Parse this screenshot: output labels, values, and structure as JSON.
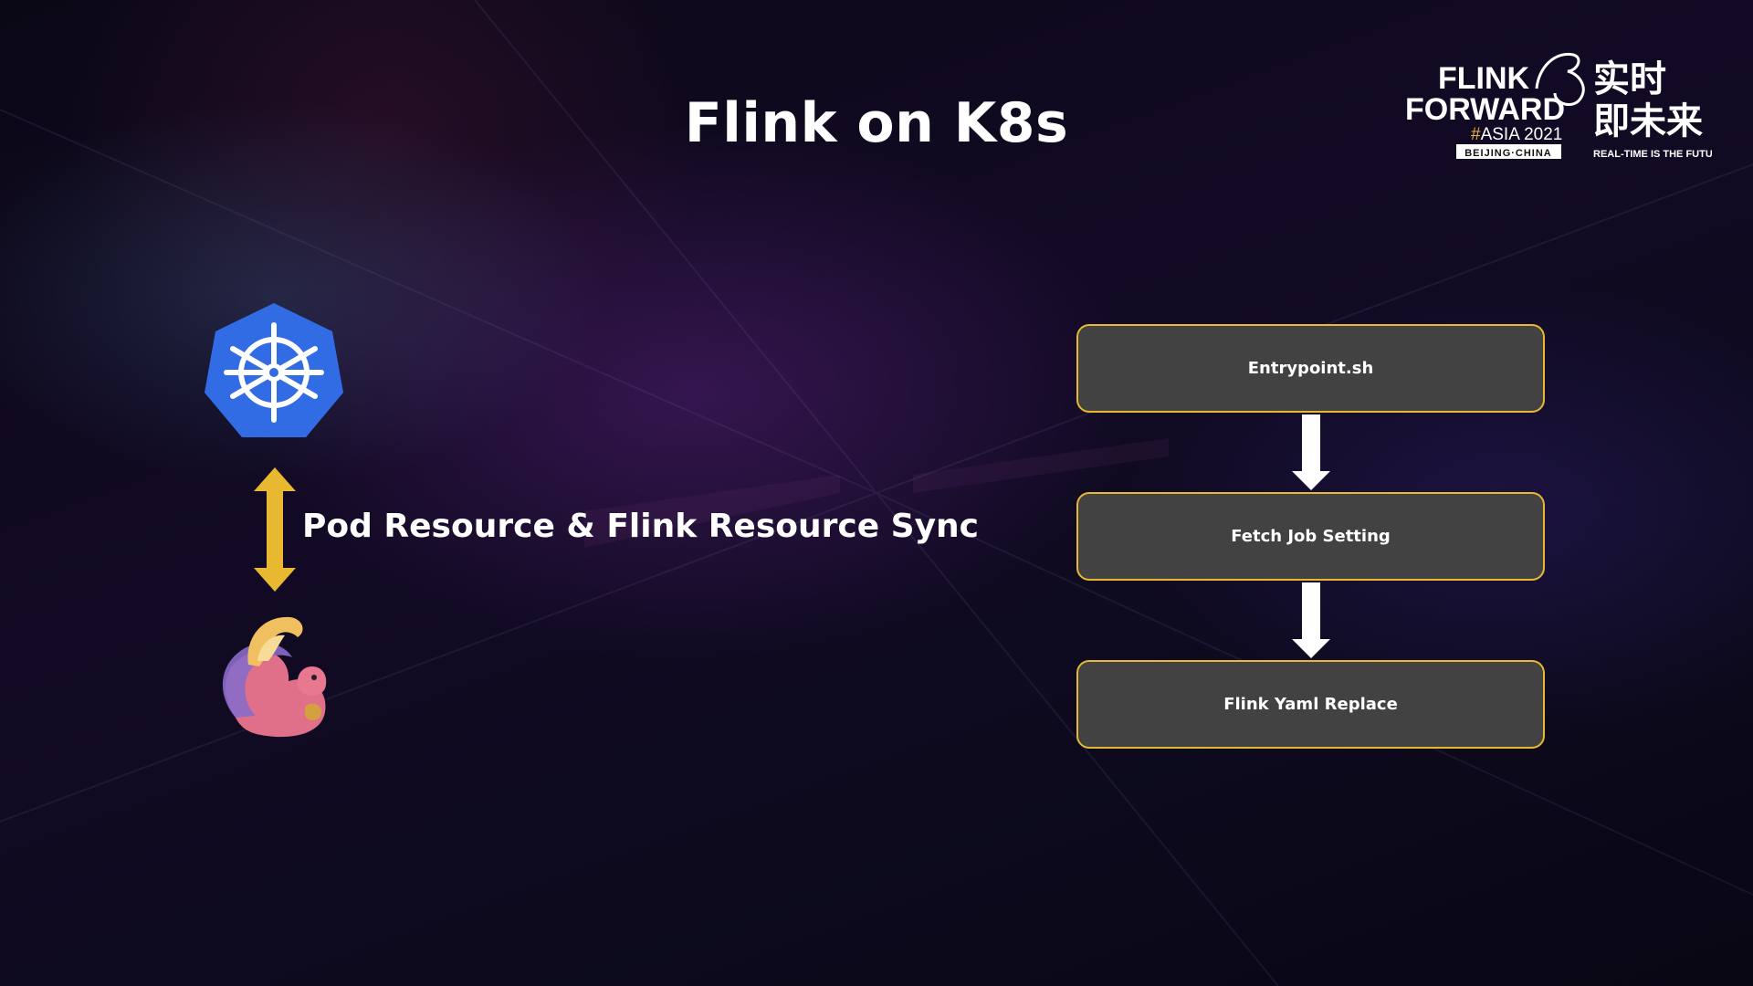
{
  "slide": {
    "title": "Flink on K8s"
  },
  "logo": {
    "line1": "FLINK",
    "line2": "FORWARD",
    "line3_hash": "#",
    "line3": "ASIA 2021",
    "badge": "BEIJING·CHINA",
    "cn_line1": "实时",
    "cn_line2": "即未来",
    "tagline": "REAL-TIME IS THE FUTURE"
  },
  "left": {
    "kubernetes_icon": "kubernetes-icon",
    "flink_icon": "flink-squirrel-icon",
    "sync_label": "Pod Resource & Flink Resource Sync"
  },
  "flow": {
    "steps": [
      "Entrypoint.sh",
      "Fetch Job Setting",
      "Flink Yaml Replace"
    ]
  },
  "colors": {
    "accent": "#e8b830",
    "box_fill": "#424242",
    "k8s_blue": "#326ce5",
    "text": "#ffffff"
  }
}
